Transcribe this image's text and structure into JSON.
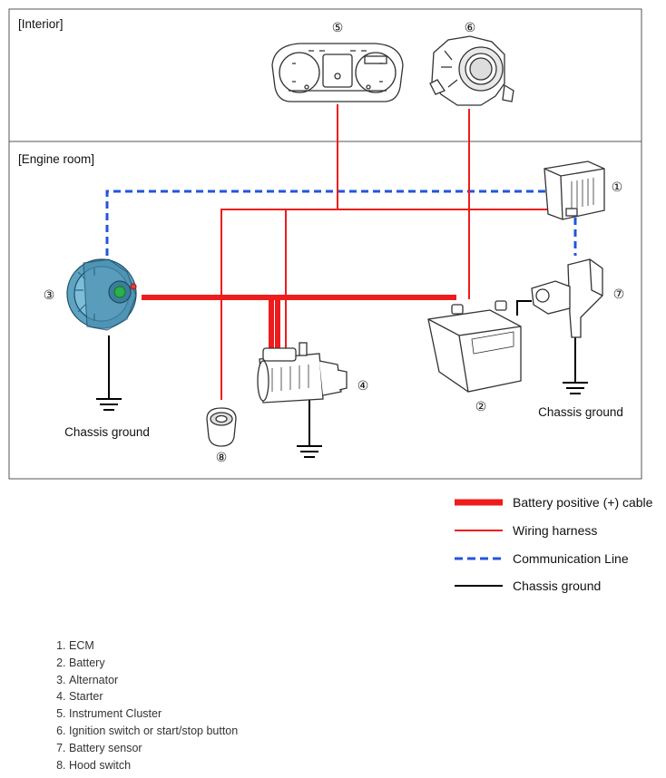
{
  "sections": {
    "interior": "[Interior]",
    "engine_room": "[Engine room]"
  },
  "callouts": {
    "ecm": "①",
    "battery": "②",
    "alternator": "③",
    "starter": "④",
    "cluster": "⑤",
    "ignition": "⑥",
    "sensor": "⑦",
    "hood": "⑧"
  },
  "ground_labels": {
    "alternator": "Chassis ground",
    "sensor": "Chassis ground"
  },
  "legend": [
    {
      "label": "Battery positive (+) cable",
      "color": "#ee1c1c",
      "style": "thick"
    },
    {
      "label": "Wiring harness",
      "color": "#ee1c1c",
      "style": "thin"
    },
    {
      "label": "Communication Line",
      "color": "#2255dd",
      "style": "dashed"
    },
    {
      "label": "Chassis ground",
      "color": "#000000",
      "style": "solid"
    }
  ],
  "parts": [
    "ECM",
    "Battery",
    "Alternator",
    "Starter",
    "Instrument Cluster",
    "Ignition switch or start/stop button",
    "Battery sensor",
    "Hood switch"
  ]
}
